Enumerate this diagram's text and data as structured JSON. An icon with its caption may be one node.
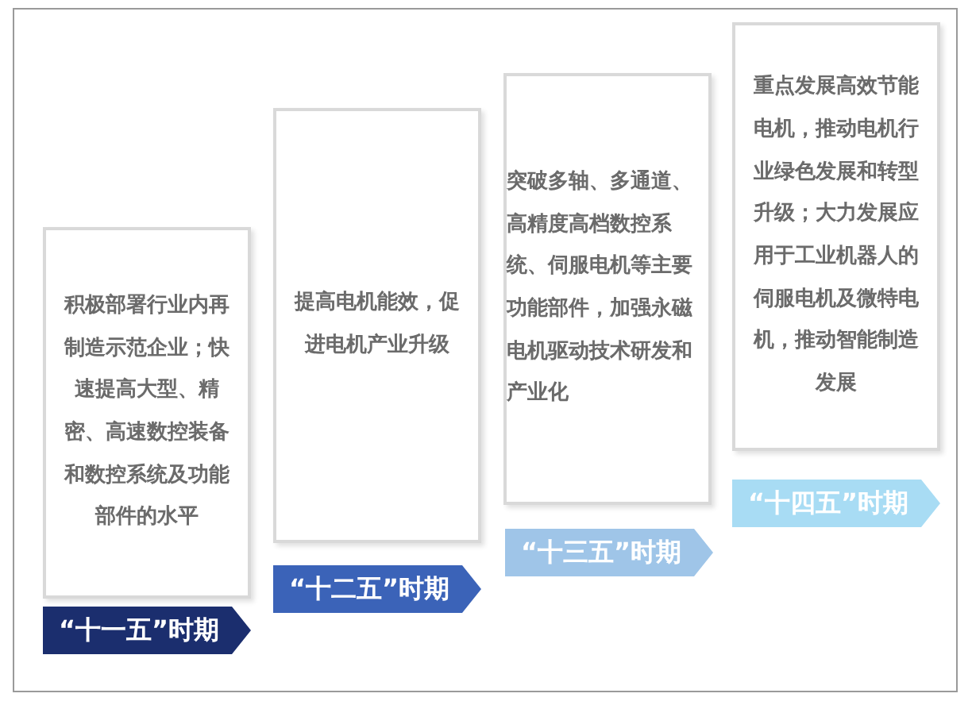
{
  "diagram": {
    "nodes": [
      {
        "text": [
          "积极部署行业内再制造示范企业；快速提高大型、精密、高速数控装备和数控系统及功能部件的水平"
        ]
      },
      {
        "text": [
          "“十一五”时期"
        ]
      },
      {
        "text": [
          "提高电机能效，促进电机产业升级"
        ]
      },
      {
        "text": [
          "“十二五”时期"
        ]
      },
      {
        "text": [
          "突破多轴、多通道、高精度高档数控系统、伺服电机等主要功能部件，加强永磁电机驱动技术研发和产业化"
        ]
      },
      {
        "text": [
          "“十三五”时期"
        ]
      },
      {
        "text": [
          "重点发展高效节能电机，推动电机行业绿色发展和转型升级；大力发展应用于工业机器人的伺服电机及微特电机，推动智能制造发展"
        ]
      },
      {
        "text": [
          "“十四五”时期"
        ]
      }
    ]
  }
}
